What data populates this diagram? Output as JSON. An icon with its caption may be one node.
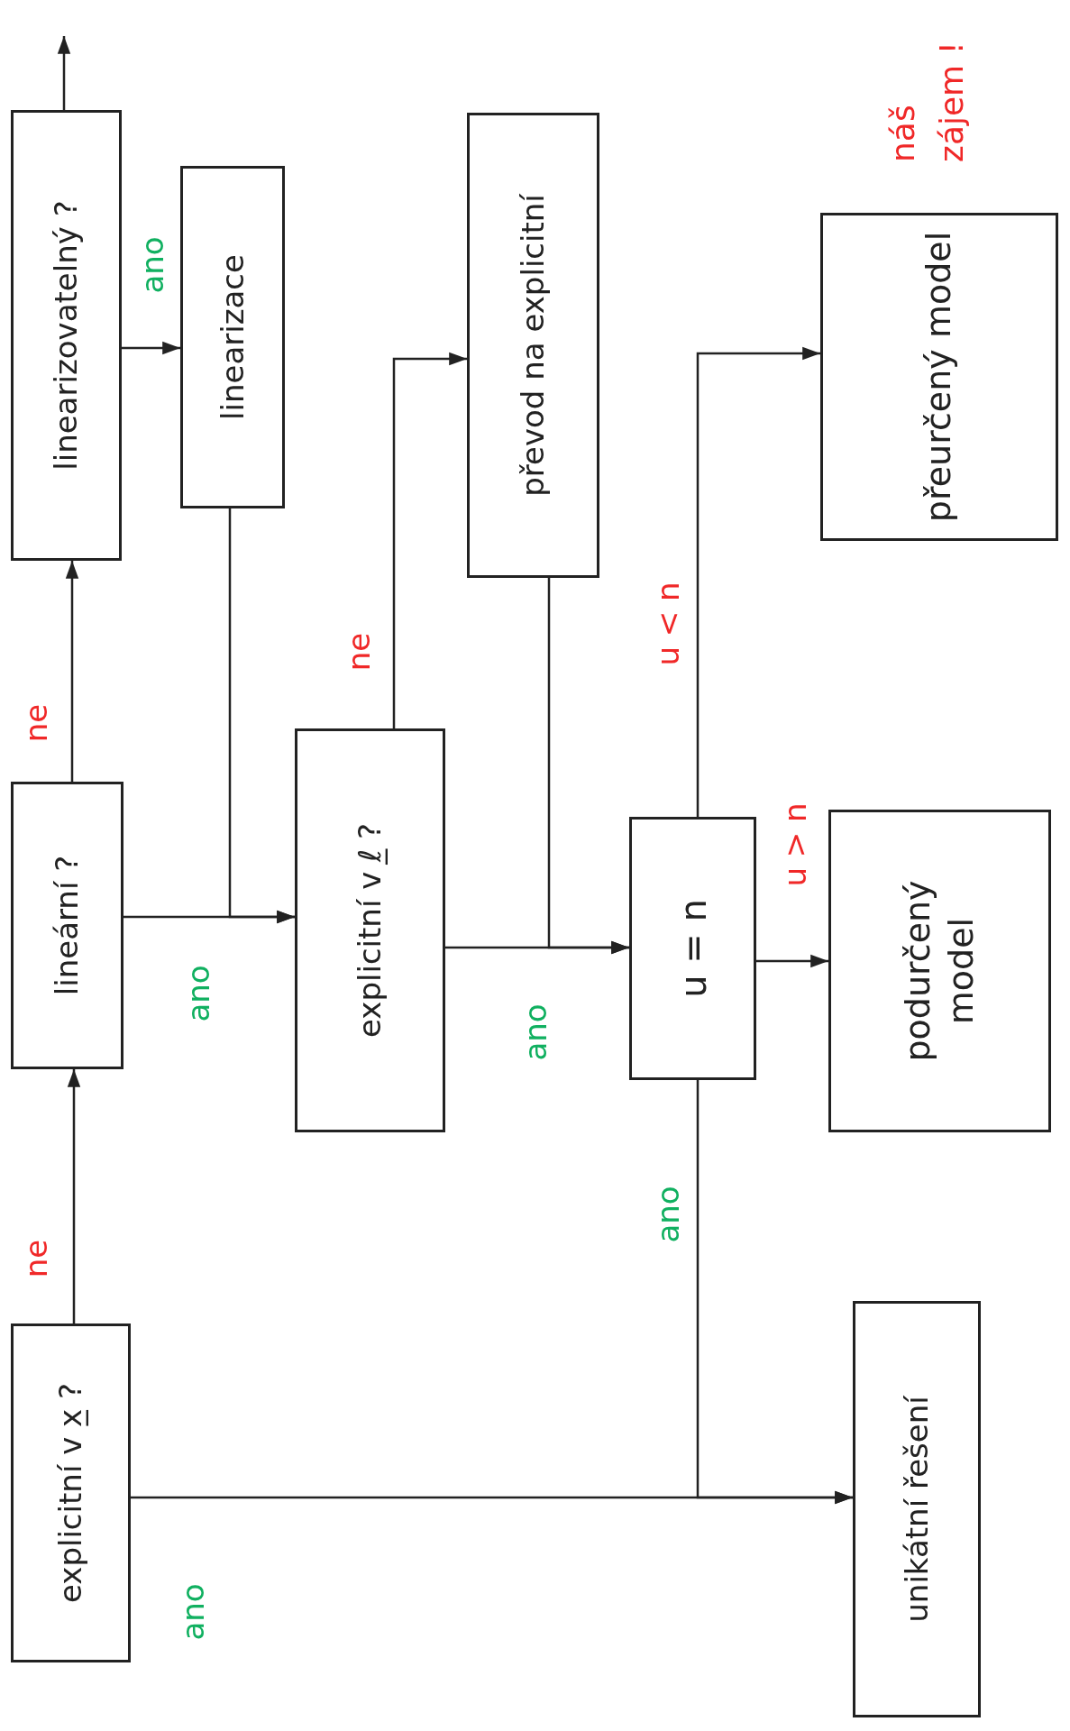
{
  "diagram": {
    "nodes": [
      {
        "text": [
          "explicitní v x̲ ?"
        ]
      },
      {
        "text": [
          "lineární ?"
        ]
      },
      {
        "text": [
          "linearizovatelný ?"
        ]
      },
      {
        "text": [
          "linearizace"
        ]
      },
      {
        "text": [
          "explicitní v ℓ̲ ?"
        ]
      },
      {
        "text": [
          "převod na explicitní"
        ]
      },
      {
        "text": [
          "u = n"
        ]
      },
      {
        "text": [
          "podurčený model"
        ]
      },
      {
        "text": [
          "přeurčený model"
        ]
      },
      {
        "text": [
          "unikátní řešení"
        ]
      }
    ],
    "edges": [
      {
        "from": 0,
        "to": 1,
        "arrow": "to",
        "label": "ne"
      },
      {
        "from": 0,
        "to": 9,
        "arrow": "to",
        "label": "ano"
      },
      {
        "from": 1,
        "to": 2,
        "arrow": "to",
        "label": "ne"
      },
      {
        "from": 1,
        "to": 4,
        "arrow": "to",
        "label": "ano"
      },
      {
        "from": 2,
        "to": 3,
        "arrow": "to",
        "label": "ano"
      },
      {
        "from": 2,
        "to": null,
        "arrow": "to"
      },
      {
        "from": 3,
        "to": 4,
        "arrow": "to"
      },
      {
        "from": 4,
        "to": 5,
        "arrow": "to",
        "label": "ne"
      },
      {
        "from": 4,
        "to": 6,
        "arrow": "to",
        "label": "ano"
      },
      {
        "from": 5,
        "to": 6,
        "arrow": "to"
      },
      {
        "from": 6,
        "to": 7,
        "arrow": "to",
        "label": "u > n"
      },
      {
        "from": 6,
        "to": 8,
        "arrow": "to",
        "label": "u < n"
      },
      {
        "from": 6,
        "to": 9,
        "arrow": "to",
        "label": "ano"
      }
    ],
    "labels": [
      "náš zájem !"
    ]
  }
}
